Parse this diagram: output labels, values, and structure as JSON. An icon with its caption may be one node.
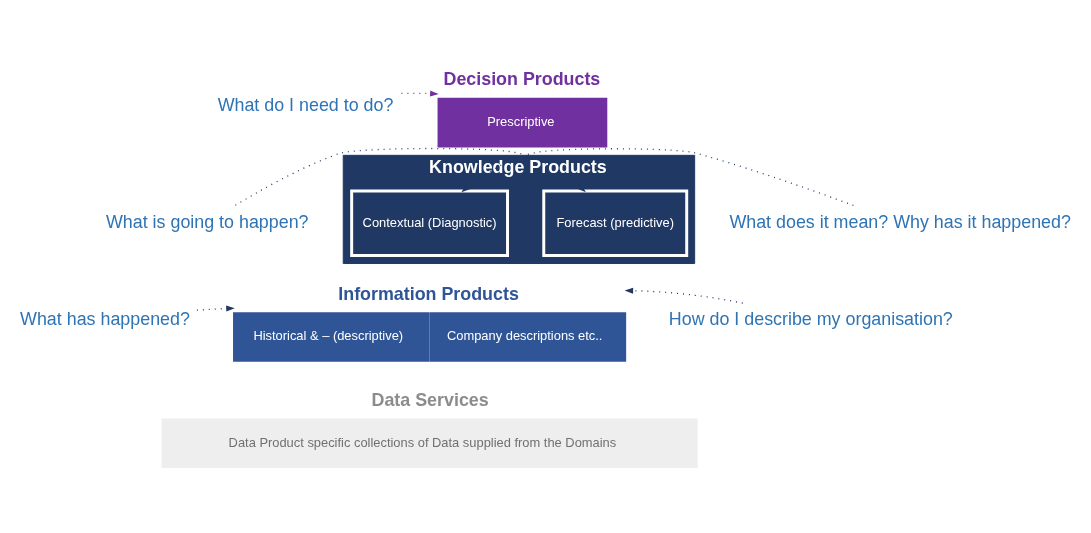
{
  "diagram": {
    "nodes": [
      {
        "text": [
          "What do I need to do?"
        ]
      },
      {
        "text": [
          "Decision Products",
          "Prescriptive"
        ]
      },
      {
        "text": [
          "What is going to happen?"
        ]
      },
      {
        "text": [
          "Knowledge Products"
        ]
      },
      {
        "text": [
          "Forecast (predictive)"
        ],
        "in": 3
      },
      {
        "text": [
          "Contextual (Diagnostic)"
        ],
        "in": 3
      },
      {
        "text": [
          "What does it mean? Why has it happened?"
        ]
      },
      {
        "text": [
          "What has happened?"
        ]
      },
      {
        "text": [
          "Information Products",
          "Historical & – (descriptive)",
          "Company descriptions etc.."
        ]
      },
      {
        "text": [
          "How do I describe my organisation?"
        ]
      },
      {
        "text": [
          "Data Services",
          "Data Product specific collections of Data supplied from the Domains"
        ]
      }
    ],
    "edges": [
      {
        "from": 0,
        "to": 1,
        "arrow": "to",
        "style": "dashed",
        "color": "#7030a0"
      },
      {
        "from": 2,
        "to": 4,
        "arrow": "to",
        "style": "dashed"
      },
      {
        "from": 6,
        "to": 5,
        "arrow": "to",
        "style": "dashed"
      },
      {
        "from": 7,
        "to": 8,
        "arrow": "to",
        "style": "dashed"
      },
      {
        "from": 9,
        "to": 8,
        "arrow": "to",
        "style": "dashed"
      }
    ]
  }
}
